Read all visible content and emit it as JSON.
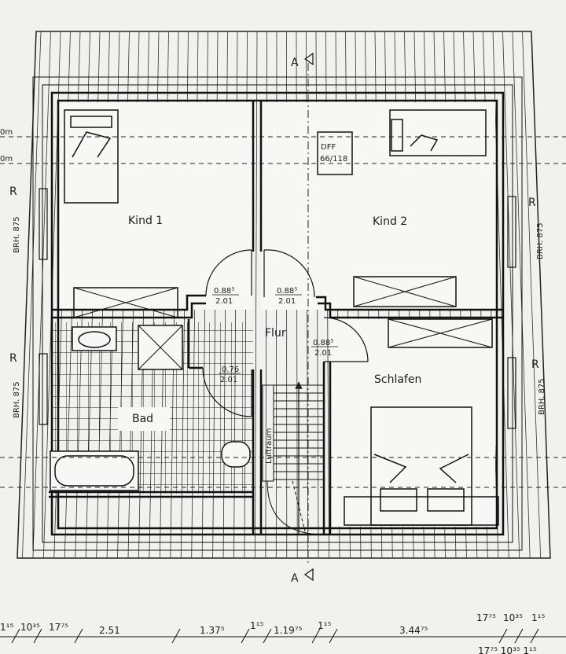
{
  "rooms": {
    "kind1": "Kind 1",
    "kind2": "Kind 2",
    "flur": "Flur",
    "schlafen": "Schlafen",
    "bad": "Bad"
  },
  "doors": {
    "d1_width": "0.88⁵",
    "d1_height": "2.01",
    "d2_width": "0.88⁵",
    "d2_height": "2.01",
    "d3_width": "0.88⁵",
    "d3_height": "2.01",
    "d4_width": "0.76",
    "d4_height": "2.01"
  },
  "skylight": {
    "line1": "DFF",
    "line2": "66/118"
  },
  "luftraum": "Luftraum",
  "section": {
    "top": "A",
    "bottom": "A"
  },
  "window_marks": {
    "r": "R",
    "brh": "BRH. 875"
  },
  "left_edge_labels": [
    "0m",
    "0m"
  ],
  "dimensions": {
    "bottom": [
      "1¹⁵",
      "10³⁵",
      "17⁷⁵",
      "2.51",
      "1.37⁵",
      "1¹⁵",
      "1.19⁷⁵",
      "1¹⁵",
      "3.44⁷⁵",
      "17⁷⁵",
      "10³⁵",
      "1¹⁵"
    ],
    "bottom_cut": "17⁷⁵ 10³⁵ 1¹⁵"
  }
}
